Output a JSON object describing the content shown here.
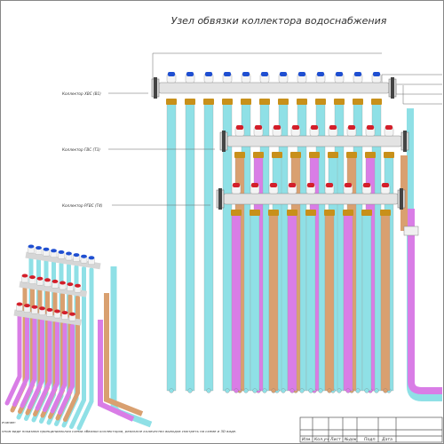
{
  "title": "Узел обвязки коллектора водоснабжения",
  "collectors": [
    {
      "id": "cold",
      "label": "Коллектор ХВС (В1)",
      "cap_color": "#1f4fd1",
      "pipe_color": "#8fe0e6",
      "outlets": 12
    },
    {
      "id": "hot",
      "label": "Коллектор ГВС (Т3)",
      "cap_color": "#d31f2a",
      "pipe_color": "#d9a070",
      "outlets": 9
    },
    {
      "id": "recirc",
      "label": "Коллектор РГВС (Т4)",
      "cap_color": "#d31f2a",
      "pipe_color": "#d97de6",
      "outlets": 9
    }
  ],
  "colors": {
    "supply_cold": "#8fe0e6",
    "supply_hot": "#d9a070",
    "return_hot": "#d97de6",
    "brass": "#c8901a",
    "body_grey": "#e3e3e3"
  },
  "note_text": "ечание:",
  "note_body": "нном виде показана принципиальная схема обвязки коллекторов, реальное количество выводов смотреть на схеме и 3D виде.",
  "stamp_labels": [
    "Изм.",
    "Кол.уч",
    "Лист",
    "№док",
    "Подп.",
    "Дата"
  ]
}
